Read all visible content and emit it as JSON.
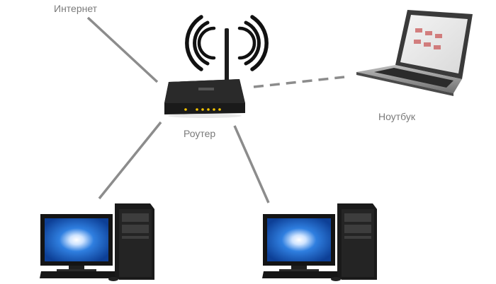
{
  "labels": {
    "internet": "Интернет",
    "router": "Роутер",
    "laptop": "Ноутбук"
  },
  "colors": {
    "link_line": "#8c8c8c",
    "label_text": "#7a7a7a",
    "device_body": "#1a1a1a",
    "screen_blue": "#1a5fc4",
    "router_led": "#f5c400",
    "wifi_arcs": "#111111"
  },
  "icons": {
    "router": "wifi-router-icon",
    "wifi": "wifi-signal-icon",
    "laptop": "laptop-icon",
    "desktop": "desktop-computer-icon"
  },
  "connections": [
    {
      "from": "internet",
      "to": "router",
      "type": "wired"
    },
    {
      "from": "router",
      "to": "laptop",
      "type": "wireless"
    },
    {
      "from": "router",
      "to": "desktop-1",
      "type": "wired"
    },
    {
      "from": "router",
      "to": "desktop-2",
      "type": "wired"
    }
  ]
}
